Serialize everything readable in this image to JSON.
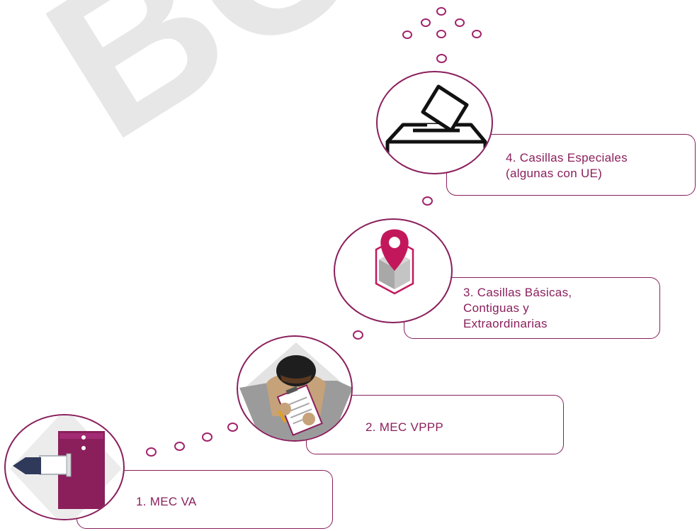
{
  "watermark": "BORRADOR",
  "steps": [
    {
      "label_lines": [
        "1. MEC VA"
      ]
    },
    {
      "label_lines": [
        "2. MEC VPPP"
      ]
    },
    {
      "label_lines": [
        "3. Casillas Básicas,",
        "Contiguas y",
        "Extraordinarias"
      ]
    },
    {
      "label_lines": [
        "4. Casillas Especiales",
        "(algunas con UE)"
      ]
    }
  ],
  "icons": [
    "device-icon",
    "person-writing-icon",
    "location-box-icon",
    "ballot-box-icon"
  ],
  "colors": {
    "accent": "#8a1f5c",
    "magenta": "#c2185b",
    "gray": "#a8a8a8"
  }
}
